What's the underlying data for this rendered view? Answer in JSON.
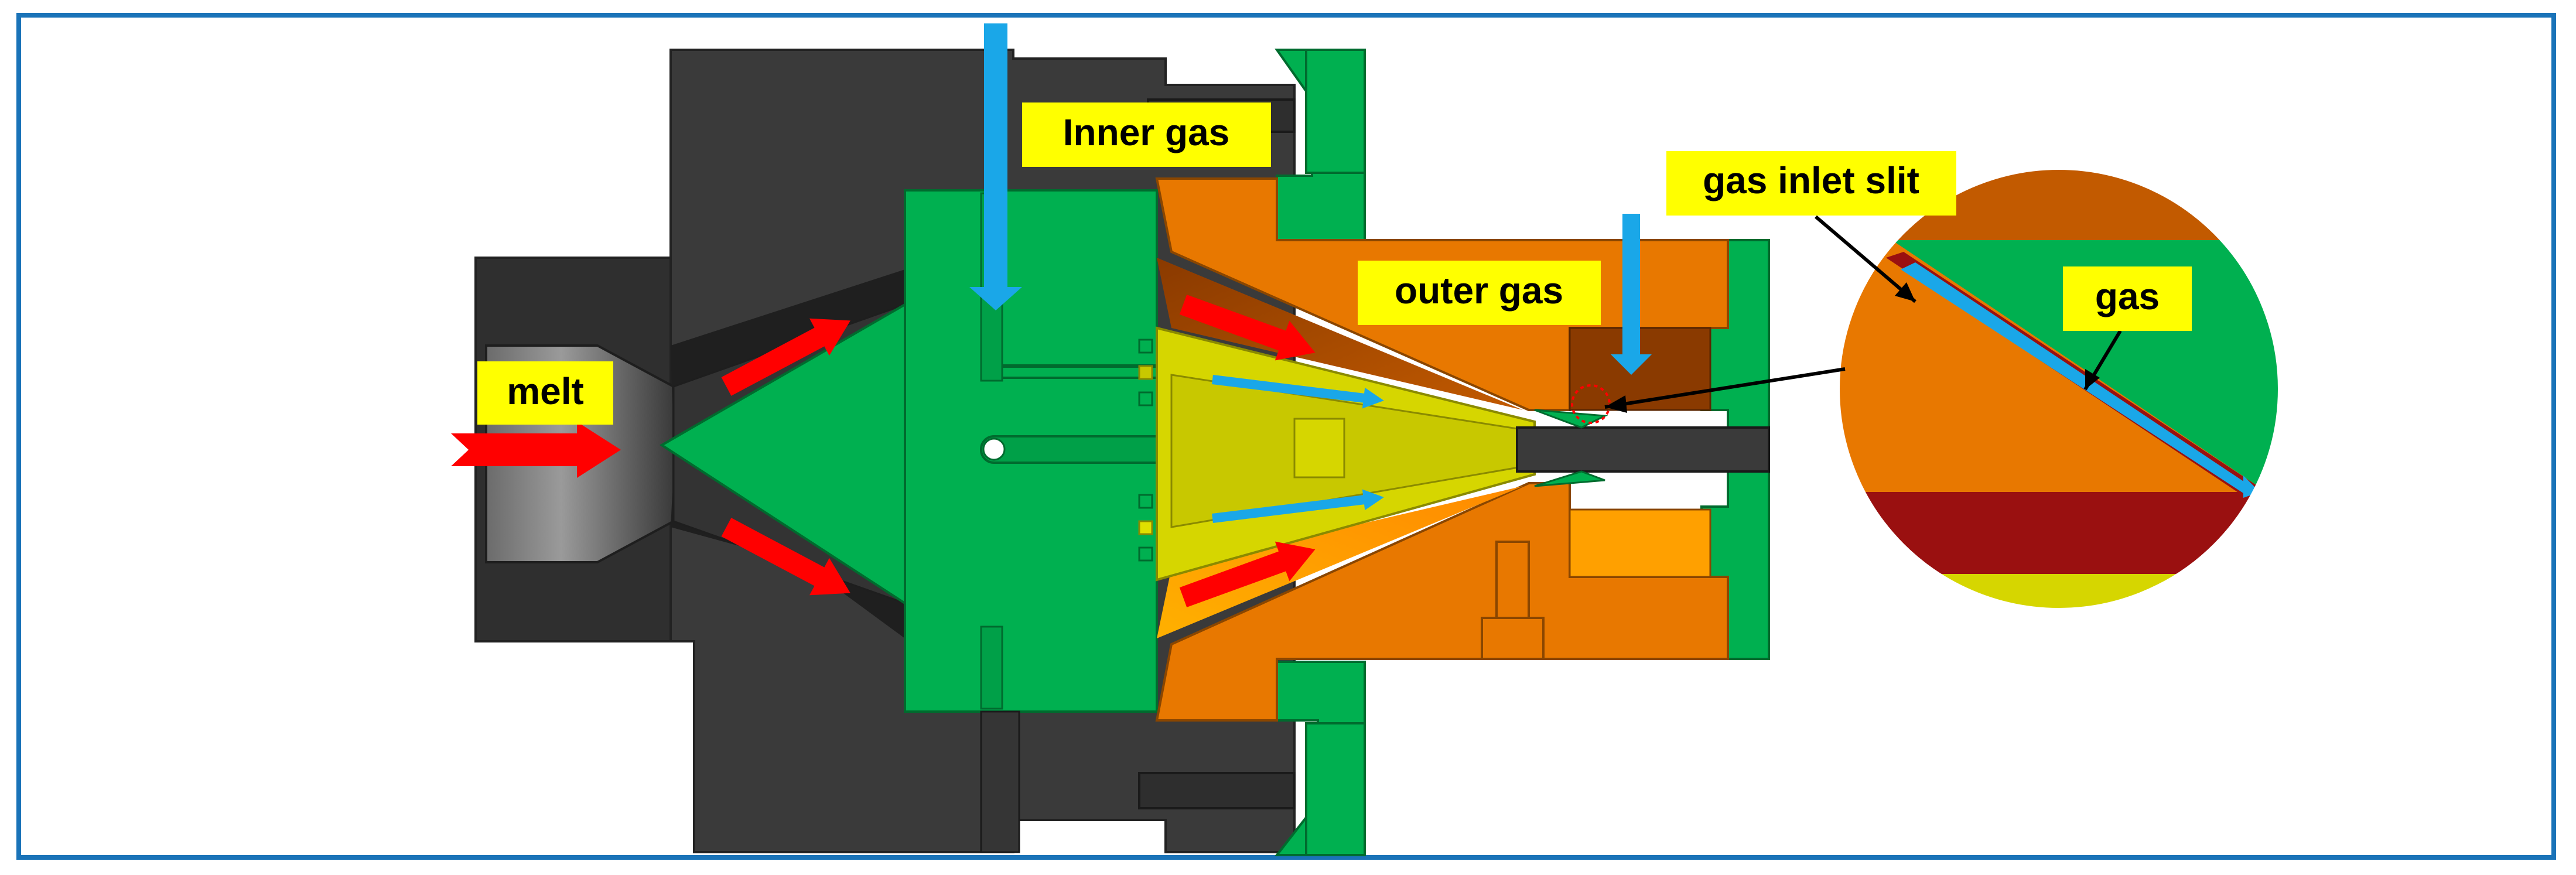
{
  "labels": {
    "inner_gas": "Inner gas",
    "outer_gas": "outer gas",
    "melt": "melt",
    "gas_inlet_slit": "gas inlet slit",
    "gas": "gas"
  },
  "colors": {
    "frame": "#1a73b8",
    "dark_body": "#3a3a3a",
    "green": "#00b050",
    "orange": "#e87800",
    "yellow": "#d6d600",
    "red_arrow": "#ff0000",
    "blue_arrow": "#1aa7e8",
    "label_bg": "#ffff00"
  }
}
